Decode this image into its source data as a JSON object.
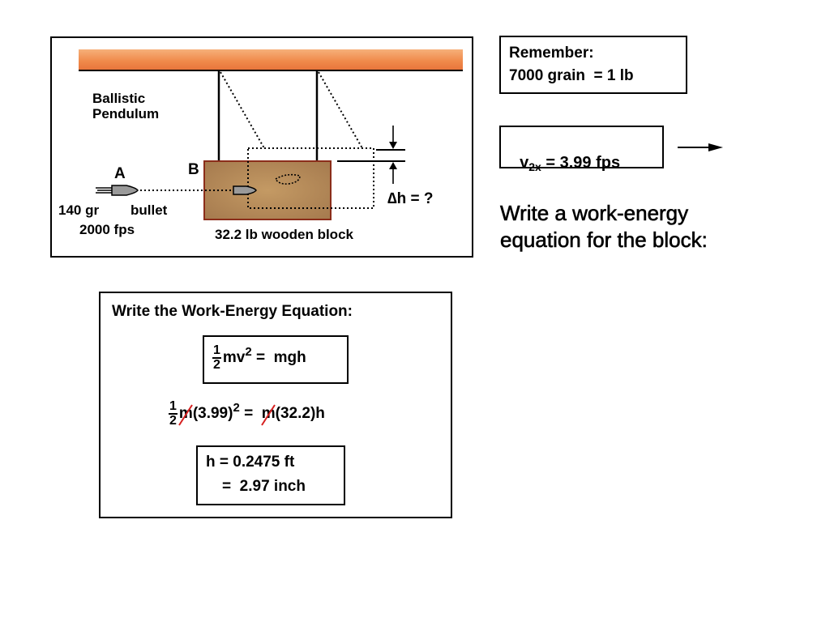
{
  "diagram": {
    "title_line1": "Ballistic",
    "title_line2": "Pendulum",
    "point_a": "A",
    "point_b": "B",
    "bullet_mass": "140 gr",
    "bullet_label": "bullet",
    "bullet_speed": "2000 fps",
    "block_label": "32.2 lb wooden block",
    "delta_h": "∆h = ?"
  },
  "remember": {
    "line1": "Remember:",
    "line2": "7000 grain  = 1 lb"
  },
  "velocity": {
    "v": "v",
    "sub": "2x",
    "value": " = 3.99 fps"
  },
  "prompt": {
    "line1": "Write a work-energy",
    "line2": "equation for the block:"
  },
  "equation_box": {
    "title": "Write the Work-Energy Equation:",
    "eq1": {
      "num": "1",
      "den": "2",
      "lhs": "mv",
      "exp": "2",
      "rhs": " =  mgh"
    },
    "eq2": {
      "num": "1",
      "den": "2",
      "m1": "m",
      "lhs": "(3.99)",
      "exp": "2",
      "eq": " =  ",
      "m2": "m",
      "rhs": "(32.2)h"
    },
    "result_line1": "h = 0.2475 ft",
    "result_line2": "=  2.97 inch"
  },
  "colors": {
    "ceiling": "#f08a4b",
    "block": "#b0855a",
    "strike": "#d62020"
  }
}
